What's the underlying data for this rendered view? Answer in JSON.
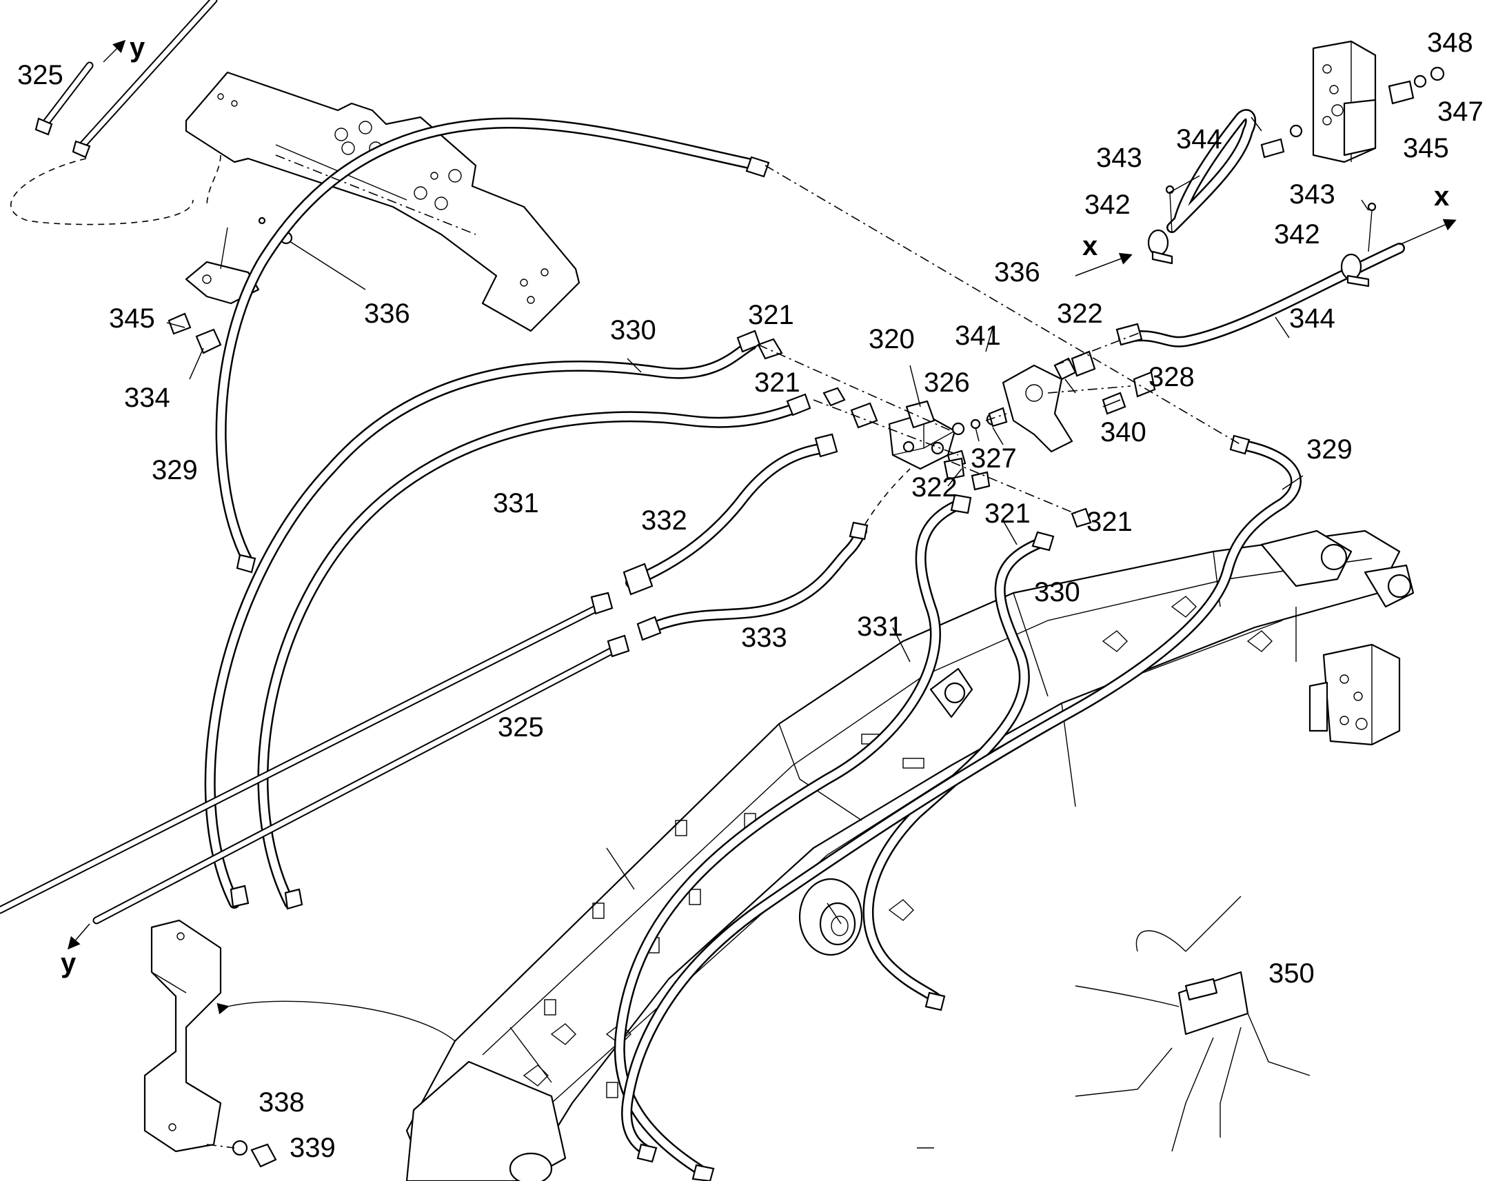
{
  "callouts": {
    "c325a": "325",
    "c325b": "325",
    "c348": "348",
    "c347": "347",
    "c345a": "345",
    "c345b": "345",
    "c343a": "343",
    "c343b": "343",
    "c344a": "344",
    "c344b": "344",
    "c342a": "342",
    "c342b": "342",
    "c336a": "336",
    "c336b": "336",
    "c334": "334",
    "c329a": "329",
    "c329b": "329",
    "c330a": "330",
    "c330b": "330",
    "c321a": "321",
    "c321b": "321",
    "c321c": "321",
    "c321d": "321",
    "c320": "320",
    "c341": "341",
    "c326": "326",
    "c327": "327",
    "c322a": "322",
    "c322b": "322",
    "c328": "328",
    "c340": "340",
    "c331a": "331",
    "c331b": "331",
    "c332": "332",
    "c333": "333",
    "c350": "350",
    "c338": "338",
    "c339": "339"
  },
  "axis_marks": {
    "x": "x",
    "y": "y"
  },
  "icons": [
    "direction-arrow-icon"
  ]
}
